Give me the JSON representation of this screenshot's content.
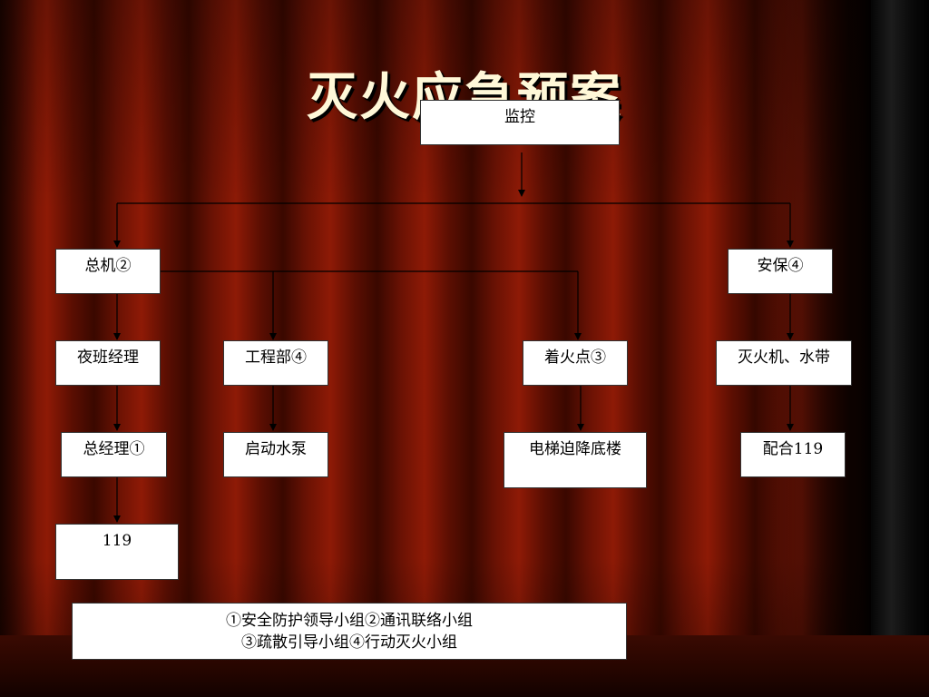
{
  "title": "灭火应急预案",
  "nodes": {
    "monitor": "监控",
    "switchboard": "总机②",
    "security": "安保④",
    "night_manager": "夜班经理",
    "engineering": "工程部④",
    "fire_point": "着火点③",
    "extinguisher_hose": "灭火机、水带",
    "general_manager": "总经理①",
    "start_pump": "启动水泵",
    "elevator_down": "电梯迫降底楼",
    "cooperate_119": "配合119",
    "call_119": "119"
  },
  "legend": {
    "line1": "①安全防护领导小组②通讯联络小组",
    "line2": "③疏散引导小组④行动灭火小组"
  }
}
